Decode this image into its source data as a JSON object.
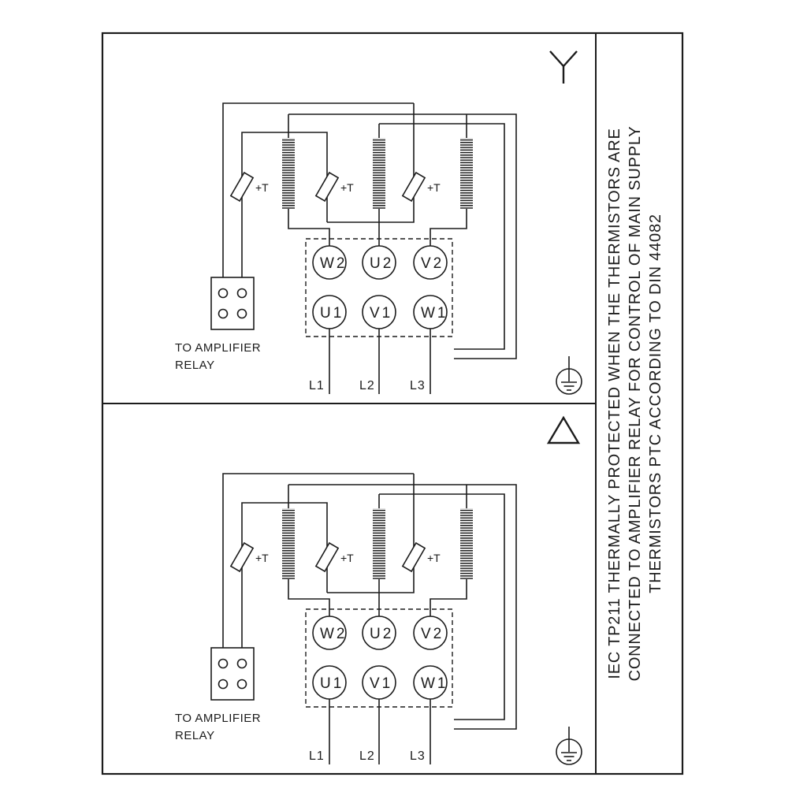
{
  "note_lines": [
    "IEC TP211 THERMALLY PROTECTED WHEN THE THERMISTORS ARE",
    "CONNECTED TO AMPLIFIER RELAY FOR CONTROL OF MAIN SUPPLY",
    "THERMISTORS PTC ACCORDING TO DIN 44082"
  ],
  "panels": [
    {
      "connection": "star",
      "symbol": "star-icon",
      "terminals_top": [
        "W2",
        "U2",
        "V2"
      ],
      "terminals_bottom": [
        "U1",
        "V1",
        "W1"
      ],
      "supply_lines": [
        "L1",
        "L2",
        "L3"
      ],
      "thermistor_label": "+T",
      "relay_caption_line1": "TO AMPLIFIER",
      "relay_caption_line2": "RELAY"
    },
    {
      "connection": "delta",
      "symbol": "delta-icon",
      "terminals_top": [
        "W2",
        "U2",
        "V2"
      ],
      "terminals_bottom": [
        "U1",
        "V1",
        "W1"
      ],
      "supply_lines": [
        "L1",
        "L2",
        "L3"
      ],
      "thermistor_label": "+T",
      "relay_caption_line1": "TO AMPLIFIER",
      "relay_caption_line2": "RELAY"
    }
  ],
  "colors": {
    "line": "#1c1c1c",
    "background": "#ffffff"
  }
}
